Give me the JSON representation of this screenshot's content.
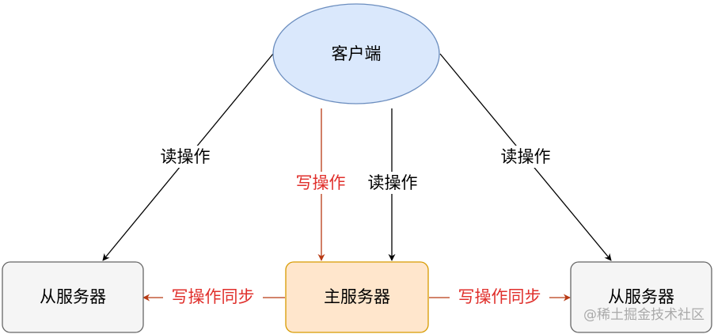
{
  "nodes": {
    "client": {
      "label": "客户端",
      "fill": "#dae8fc",
      "stroke": "#6c8ebf"
    },
    "master": {
      "label": "主服务器",
      "fill": "#ffe6cc",
      "stroke": "#d79b00"
    },
    "slave_left": {
      "label": "从服务器",
      "fill": "#f5f5f5",
      "stroke": "#666666"
    },
    "slave_right": {
      "label": "从服务器",
      "fill": "#f5f5f5",
      "stroke": "#666666"
    }
  },
  "edges": {
    "read_left": {
      "label": "读操作",
      "color": "#000000"
    },
    "write_master": {
      "label": "写操作",
      "color": "#e0302c",
      "line_color": "#b83a14"
    },
    "read_master": {
      "label": "读操作",
      "color": "#000000"
    },
    "read_right": {
      "label": "读操作",
      "color": "#000000"
    },
    "sync_left": {
      "label": "写操作同步",
      "color": "#e0302c",
      "line_color": "#b83a14"
    },
    "sync_right": {
      "label": "写操作同步",
      "color": "#e0302c",
      "line_color": "#b83a14"
    }
  },
  "watermark": {
    "text": "@稀土掘金技术社区",
    "color": "#aaaaaa"
  }
}
